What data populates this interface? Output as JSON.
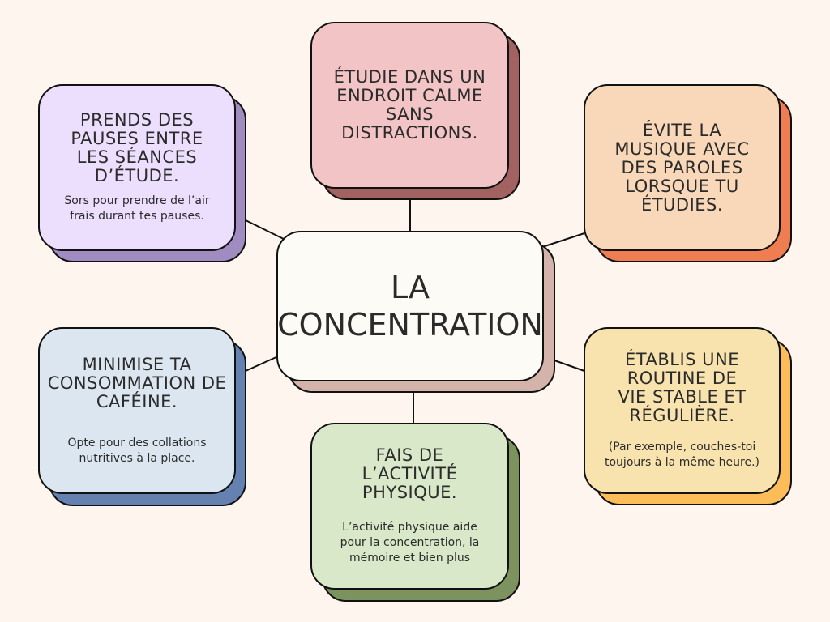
{
  "center": {
    "title_line1": "LA",
    "title_line2": "CONCENTRATION"
  },
  "nodes": [
    {
      "id": "top",
      "title": "ÉTUDIE DANS UN ENDROIT CALME SANS DISTRACTIONS.",
      "subtitle": null,
      "face_color": "#f2c4c5",
      "shadow_color": "#a36262"
    },
    {
      "id": "top-right",
      "title": "ÉVITE LA MUSIQUE AVEC DES PAROLES LORSQUE TU ÉTUDIES.",
      "subtitle": null,
      "face_color": "#f8d8b8",
      "shadow_color": "#ef7d52"
    },
    {
      "id": "top-left",
      "title": "PRENDS DES PAUSES ENTRE LES SÉANCES D’ÉTUDE.",
      "subtitle": "Sors pour prendre de l’air frais durant tes pauses.",
      "face_color": "#ecdffd",
      "shadow_color": "#a08cc0"
    },
    {
      "id": "bottom-left",
      "title": "MINIMISE TA CONSOMMATION DE CAFÉINE.",
      "subtitle": "Opte pour des collations nutritives à la place.",
      "face_color": "#dbe6f0",
      "shadow_color": "#6581b0"
    },
    {
      "id": "bottom",
      "title": "FAIS DE L’ACTIVITÉ PHYSIQUE.",
      "subtitle": "L’activité physique aide pour la concentration, la mémoire et bien plus",
      "face_color": "#d9e8c9",
      "shadow_color": "#7c935f"
    },
    {
      "id": "bottom-right",
      "title": "ÉTABLIS UNE ROUTINE DE VIE STABLE ET RÉGULIÈRE.",
      "subtitle": "(Par exemple, couches-toi toujours à la même heure.)",
      "face_color": "#f8e3ae",
      "shadow_color": "#fdbc5a"
    }
  ]
}
